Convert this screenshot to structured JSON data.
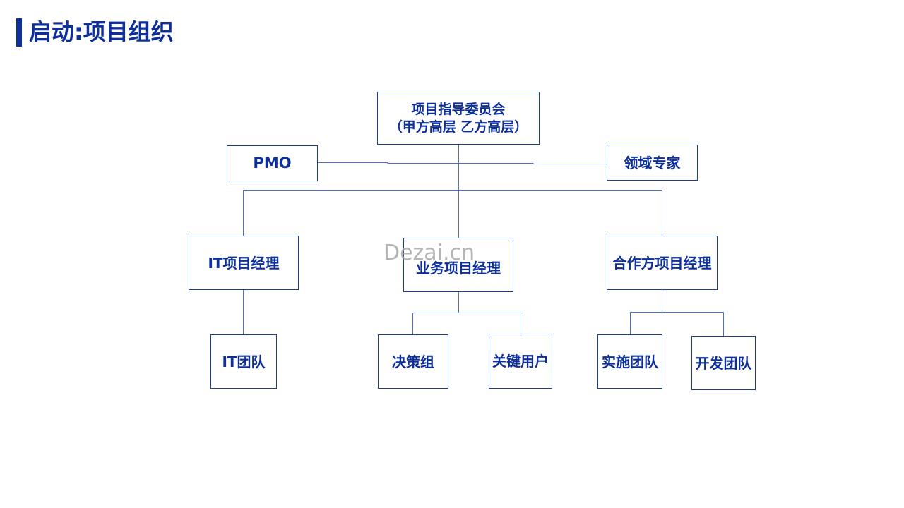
{
  "slide": {
    "title": "启动:项目组织"
  },
  "nodes": {
    "steering": {
      "line1": "项目指导委员会",
      "line2": "（甲方高层 乙方高层）"
    },
    "pmo": "PMO",
    "domain_expert": "领域专家",
    "it_pm": "IT项目经理",
    "biz_pm": "业务项目经理",
    "partner_pm": "合作方项目经理",
    "it_team": "IT团队",
    "decision_group": "决策组",
    "key_users": "关键用户",
    "impl_team": "实施团队",
    "dev_team": "开发团队"
  },
  "watermark": "Dezai.cn",
  "colors": {
    "title": "#0d2f9b",
    "node_text": "#0d2f9b",
    "border": "#1f3d8f",
    "connector": "#4a72c4"
  }
}
